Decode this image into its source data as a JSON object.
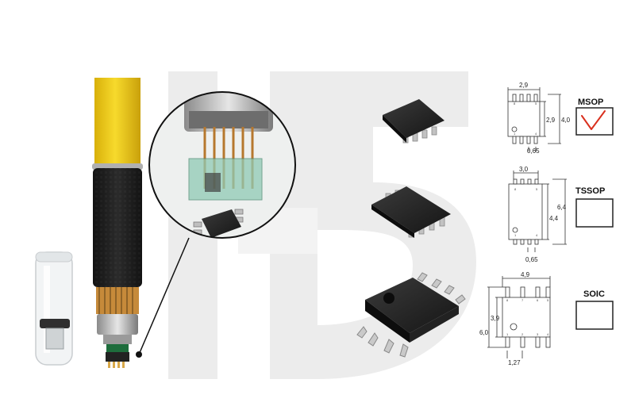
{
  "packages": [
    {
      "name": "MSOP",
      "dims": [
        "2,9",
        "2,9",
        "4,0",
        "0,65"
      ],
      "pin_marks": [
        "8",
        "5",
        "1",
        "4"
      ],
      "selected": true
    },
    {
      "name": "TSSOP",
      "dims": [
        "3,0",
        "4,4",
        "6,4",
        "0,65"
      ],
      "pin_marks": [
        "8",
        "5",
        "1",
        "4"
      ],
      "selected": false
    },
    {
      "name": "SOIC",
      "dims": [
        "4,9",
        "3,9",
        "6,0",
        "1,27"
      ],
      "pin_marks": [
        "8",
        "7",
        "6",
        "5",
        "1",
        "2",
        "3",
        "4"
      ],
      "selected": false
    }
  ],
  "colors": {
    "probe_yellow": "#f2cf12",
    "probe_black": "#1c1c1c",
    "check_red": "#d9301e",
    "watermark": "#e8e8e8"
  },
  "icons": {
    "checkmark": "check-mark-icon",
    "watermark": "shield-logo-watermark"
  }
}
